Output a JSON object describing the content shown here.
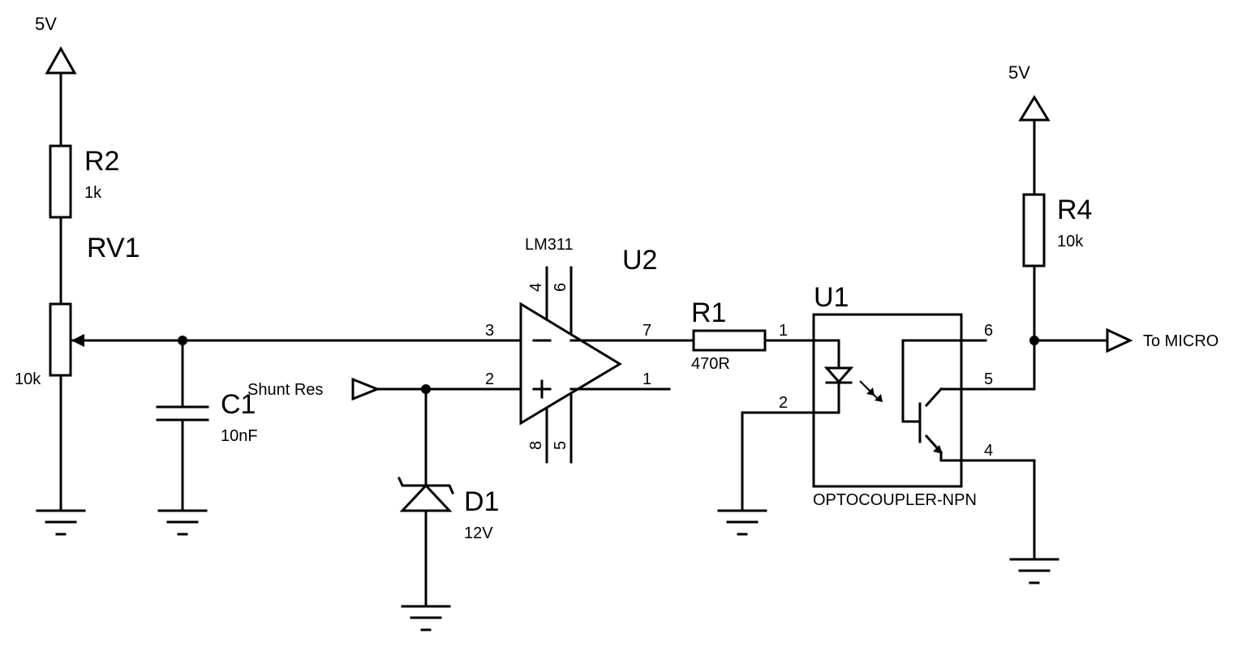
{
  "supplies": {
    "left": "5V",
    "right": "5V"
  },
  "r2": {
    "ref": "R2",
    "value": "1k"
  },
  "rv1": {
    "ref": "RV1",
    "value": "10k"
  },
  "c1": {
    "ref": "C1",
    "value": "10nF"
  },
  "d1": {
    "ref": "D1",
    "value": "12V"
  },
  "u2": {
    "ref": "U2",
    "part": "LM311",
    "pins": {
      "p4": "4",
      "p6": "6",
      "p3": "3",
      "p2": "2",
      "p7": "7",
      "p1": "1",
      "p8": "8",
      "p5": "5"
    }
  },
  "r1": {
    "ref": "R1",
    "value": "470R",
    "pin1": "1"
  },
  "u1": {
    "ref": "U1",
    "part": "OPTOCOUPLER-NPN",
    "pins": {
      "p2": "2",
      "p6": "6",
      "p5": "5",
      "p4": "4"
    }
  },
  "r4": {
    "ref": "R4",
    "value": "10k"
  },
  "ports": {
    "input": "Shunt Res",
    "output": "To MICRO"
  },
  "colors": {
    "wire": "#000000",
    "background": "#ffffff"
  }
}
